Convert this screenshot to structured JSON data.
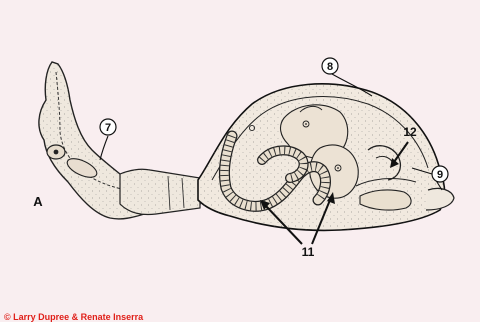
{
  "diagram": {
    "labels": {
      "part_a": "A",
      "callout_7": "7",
      "callout_8": "8",
      "callout_9": "9",
      "callout_11": "11",
      "callout_12": "12"
    },
    "copyright": "© Larry Dupree & Renate Inserra"
  },
  "colors": {
    "background": "#f9eef0",
    "ink": "#111111",
    "body_fill": "#f1e9df",
    "copyright": "#e0201a"
  }
}
